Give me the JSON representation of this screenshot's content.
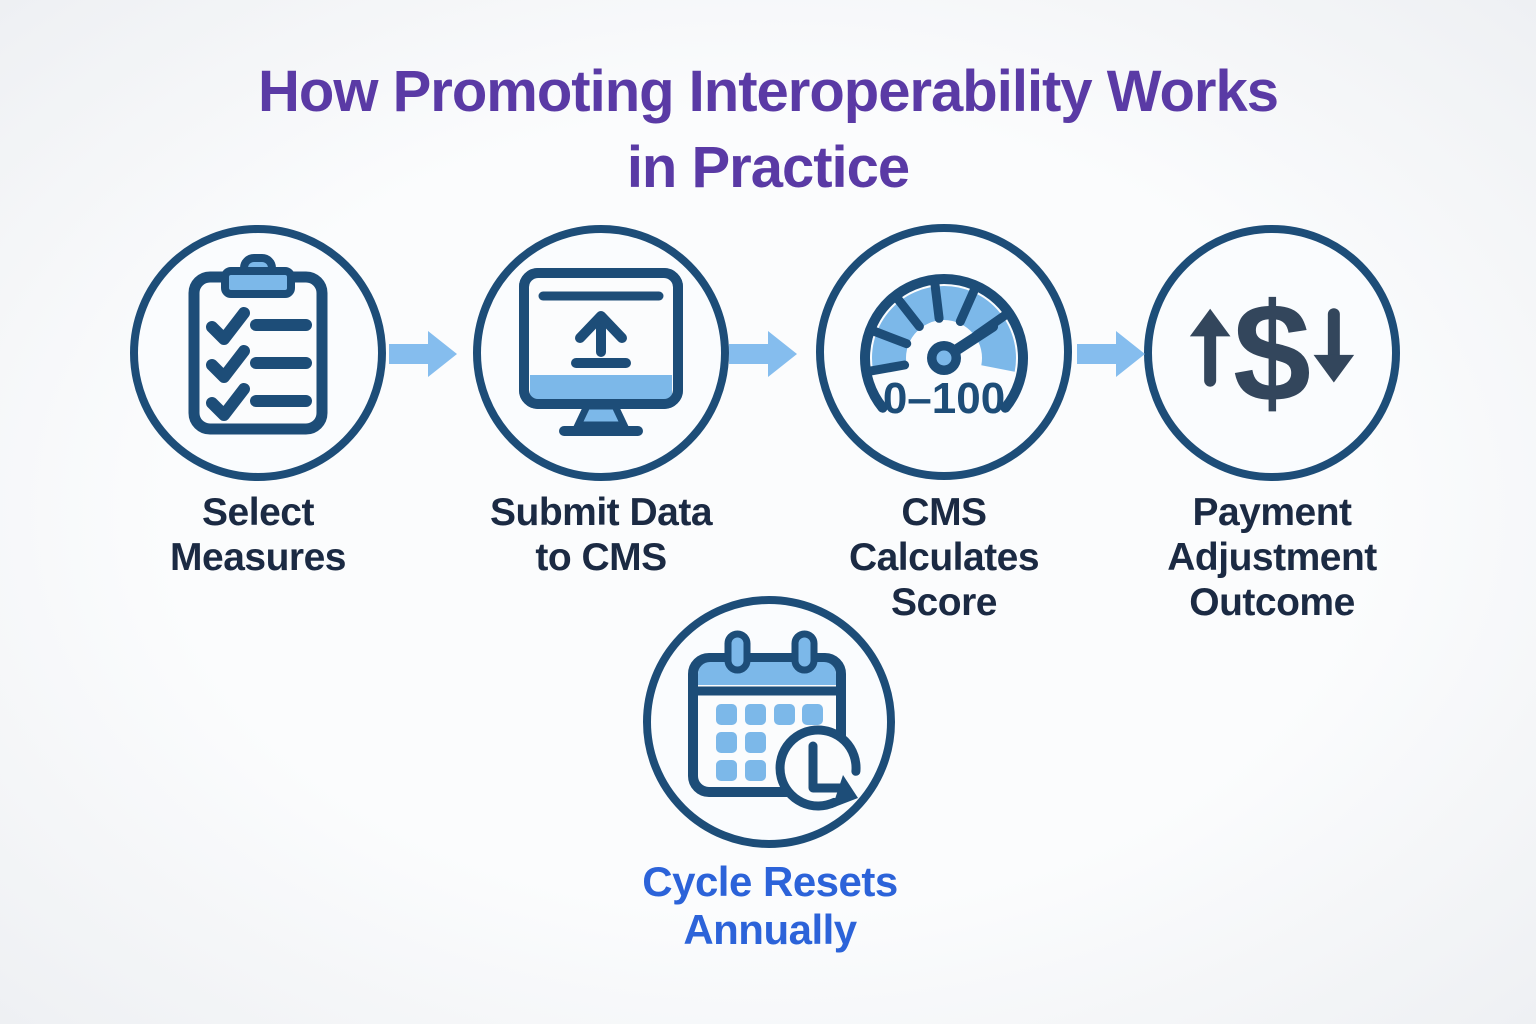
{
  "title": {
    "line1": "How Promoting Interoperability Works",
    "line2": "in Practice"
  },
  "colors": {
    "title_purple": "#5a3aa5",
    "circle_navy": "#1d4d78",
    "label_navy": "#1b2a43",
    "icon_light_blue": "#7cb8e9",
    "arrow_blue": "#85bdee",
    "cycle_blue": "#2c63d9",
    "dollar_slate": "#33465c",
    "background": "#f7f8f9"
  },
  "steps": [
    {
      "icon": "clipboard-checklist-icon",
      "lines": [
        "Select",
        "Measures"
      ]
    },
    {
      "icon": "monitor-upload-icon",
      "lines": [
        "Submit Data",
        "to CMS"
      ]
    },
    {
      "icon": "gauge-icon",
      "gauge_label": "0–100",
      "lines": [
        "CMS",
        "Calculates",
        "Score"
      ]
    },
    {
      "icon": "dollar-adjustment-icon",
      "dollar_glyph": "$",
      "lines": [
        "Payment",
        "Adjustment",
        "Outcome"
      ]
    }
  ],
  "connectors": [
    "arrow-right",
    "arrow-right",
    "arrow-right"
  ],
  "cycle": {
    "icon": "calendar-clock-icon",
    "lines": [
      "Cycle Resets",
      "Annually"
    ]
  }
}
